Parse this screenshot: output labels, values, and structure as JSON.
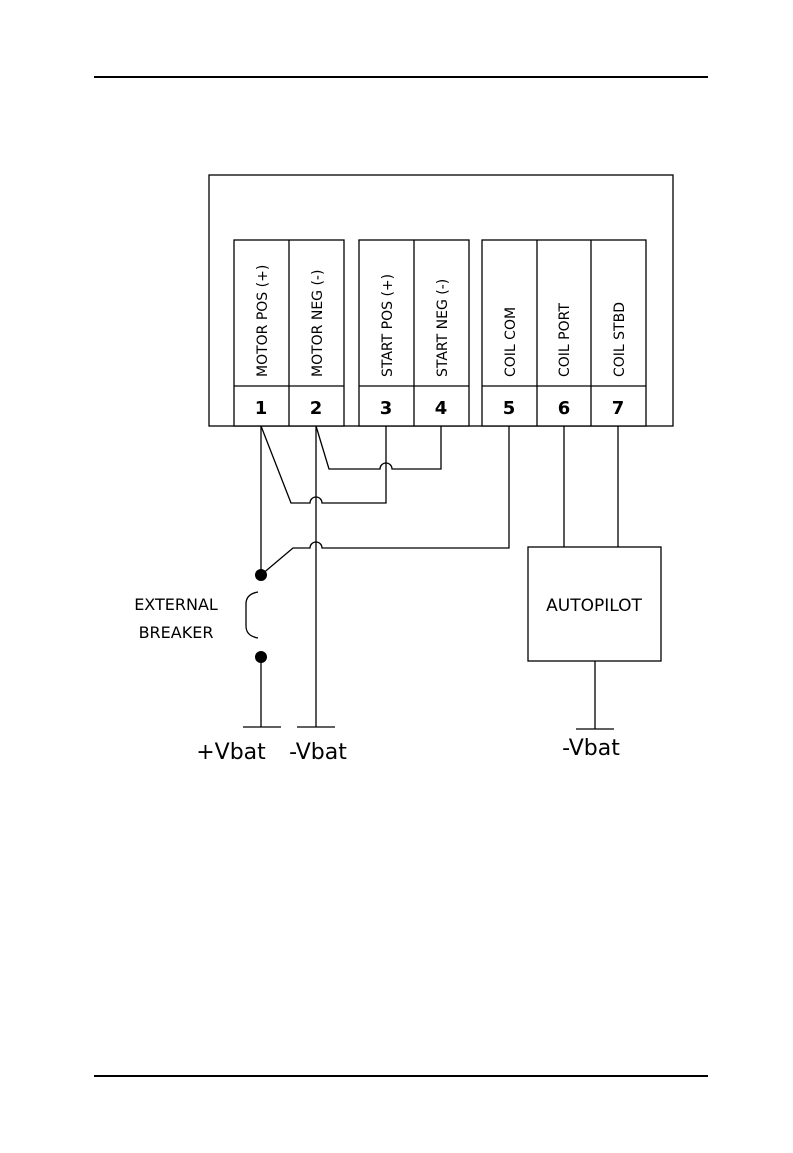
{
  "terminals": [
    {
      "label": "MOTOR POS (+)",
      "number": "1"
    },
    {
      "label": "MOTOR NEG (-)",
      "number": "2"
    },
    {
      "label": "START POS (+)",
      "number": "3"
    },
    {
      "label": "START NEG (-)",
      "number": "4"
    },
    {
      "label": "COIL COM",
      "number": "5"
    },
    {
      "label": "COIL PORT",
      "number": "6"
    },
    {
      "label": "COIL STBD",
      "number": "7"
    }
  ],
  "breaker": {
    "line1": "EXTERNAL",
    "line2": "BREAKER"
  },
  "autopilot": {
    "label": "AUTOPILOT"
  },
  "supply": {
    "pos": "+Vbat",
    "neg": "-Vbat",
    "autopilot_neg": "-Vbat"
  }
}
